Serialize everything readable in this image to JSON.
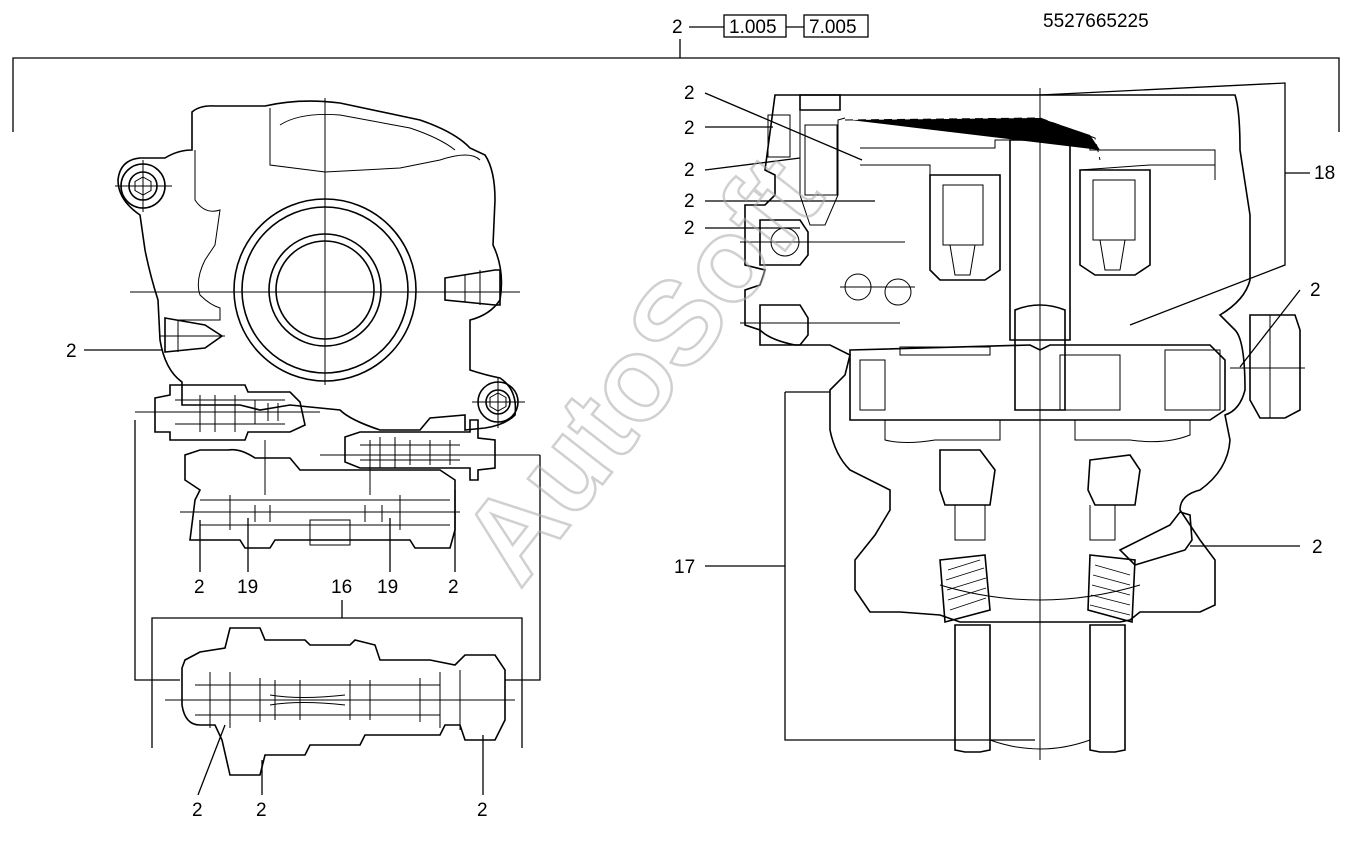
{
  "header": {
    "ref_number": "2",
    "box_a": "1.005",
    "box_b": "7.005",
    "part_number": "5527665225"
  },
  "callouts": {
    "left_2": "2",
    "left_bottom_2a": "2",
    "left_19a": "19",
    "left_19b": "19",
    "left_bottom_2b": "2",
    "left_16": "16",
    "left_lower_2a": "2",
    "left_lower_2b": "2",
    "left_lower_2c": "2",
    "right_2a": "2",
    "right_2b": "2",
    "right_2c": "2",
    "right_2d": "2",
    "right_2e": "2",
    "right_18": "18",
    "right_2f": "2",
    "right_2g": "2",
    "right_17": "17"
  },
  "watermark": "AutoSoft"
}
